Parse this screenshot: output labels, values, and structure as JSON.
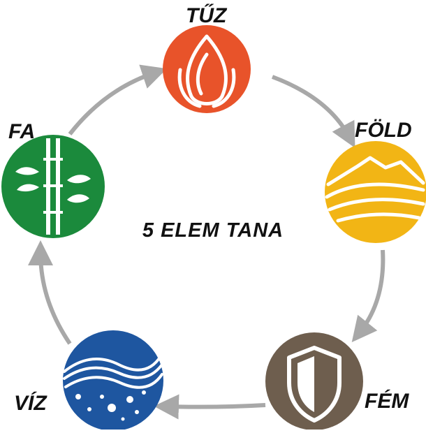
{
  "title": "5 ELEM TANA",
  "colors": {
    "fire": "#e8532a",
    "earth": "#f2b515",
    "metal": "#6e5e4e",
    "water": "#1e56a0",
    "wood": "#1b8a3c",
    "arrow": "#a8a8a8"
  },
  "elements": [
    {
      "label": "TŰZ",
      "icon": "flame-icon"
    },
    {
      "label": "FÖLD",
      "icon": "mountain-icon"
    },
    {
      "label": "FÉM",
      "icon": "shield-icon"
    },
    {
      "label": "VÍZ",
      "icon": "wave-icon"
    },
    {
      "label": "FA",
      "icon": "bamboo-icon"
    }
  ]
}
